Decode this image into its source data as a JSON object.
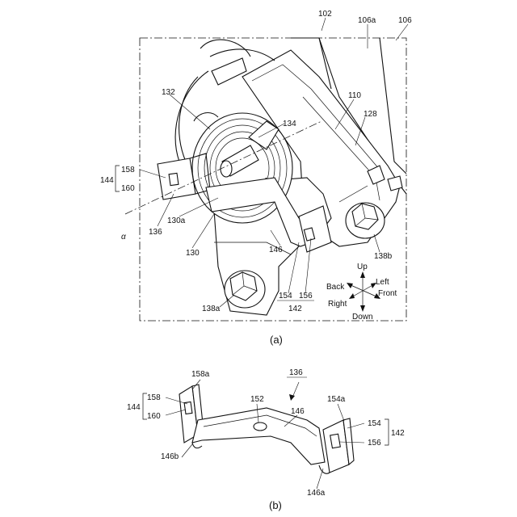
{
  "figure_a": {
    "caption": "(a)",
    "labels": {
      "l102": "102",
      "l106a": "106a",
      "l106": "106",
      "l110": "110",
      "l128": "128",
      "l132": "132",
      "l134": "134",
      "l144": "144",
      "l158": "158",
      "l160": "160",
      "l136": "136",
      "l130a": "130a",
      "l130": "130",
      "alpha": "α",
      "l146": "146",
      "l138b": "138b",
      "l138a": "138a",
      "l154": "154",
      "l156": "156",
      "l142": "142"
    },
    "directions": {
      "up": "Up",
      "down": "Down",
      "left": "Left",
      "right": "Right",
      "front": "Front",
      "back": "Back"
    }
  },
  "figure_b": {
    "caption": "(b)",
    "labels": {
      "l136": "136",
      "l158a": "158a",
      "l144": "144",
      "l158": "158",
      "l160": "160",
      "l152": "152",
      "l146": "146",
      "l154a": "154a",
      "l154": "154",
      "l156": "156",
      "l142": "142",
      "l146b": "146b",
      "l146a": "146a"
    }
  }
}
